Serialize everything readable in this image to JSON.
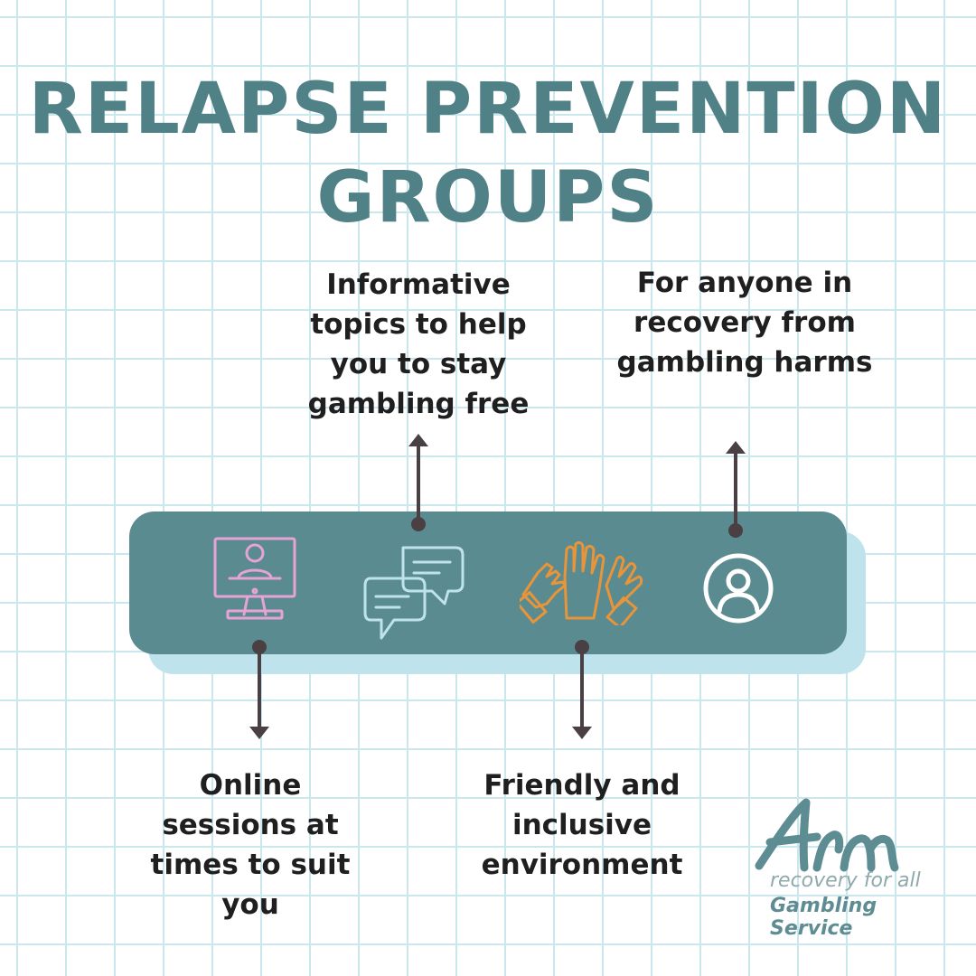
{
  "title": "RELAPSE PREVENTION GROUPS",
  "captions": {
    "informative": [
      "Informative",
      "topics to help",
      "you to stay",
      "gambling free"
    ],
    "anyone": [
      "For anyone in",
      "recovery from",
      "gambling harms"
    ],
    "online": [
      "Online",
      "sessions at",
      "times to suit",
      "you"
    ],
    "friendly": [
      "Friendly and",
      "inclusive",
      "environment"
    ]
  },
  "icons": {
    "online": "computer-user-icon",
    "chat": "chat-bubbles-icon",
    "high_five": "high-five-icon",
    "person": "person-circle-icon"
  },
  "logo": {
    "mark": "Ara",
    "line1": "recovery for all",
    "line2": "Gambling Service"
  },
  "colors": {
    "title": "#4f8186",
    "bar": "#5a8b90",
    "bar_shadow": "#bfe3ec",
    "grid": "#c9e7ec",
    "online_icon": "#e6a3d6",
    "chat_icon": "#bfe3ec",
    "high_five_icon": "#e8953a",
    "person_icon": "#ffffff",
    "connector": "#4a3f42"
  }
}
